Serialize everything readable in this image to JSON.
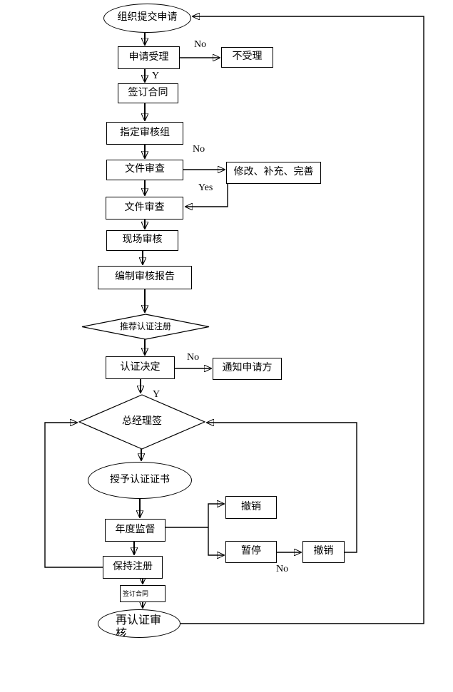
{
  "colors": {
    "background": "#ffffff",
    "line": "#000000"
  },
  "nodes": {
    "start": "组织提交申请",
    "accept": "申请受理",
    "not_accepted": "不受理",
    "sign_contract": "签订合同",
    "assign_team": "指定审核组",
    "doc_review_1": "文件审查",
    "revise": "修改、补充、完善",
    "doc_review_2": "文件审查",
    "onsite_audit": "现场审核",
    "audit_report": "编制审核报告",
    "recommend": "推荐认证注册",
    "decision": "认证决定",
    "notify": "通知申请方",
    "gm_sign": "总经理签",
    "grant_cert": "授予认证证书",
    "annual_supervision": "年度监督",
    "revoke_1": "撤销",
    "suspend": "暂停",
    "revoke_2": "撤销",
    "maintain": "保持注册",
    "sign_contract_2": "签订合同",
    "recert": "再认证审核"
  },
  "edge_labels": {
    "no_1": "No",
    "y_1": "Y",
    "no_2": "No",
    "yes_1": "Yes",
    "no_3": "No",
    "y_2": "Y",
    "no_4": "No"
  }
}
